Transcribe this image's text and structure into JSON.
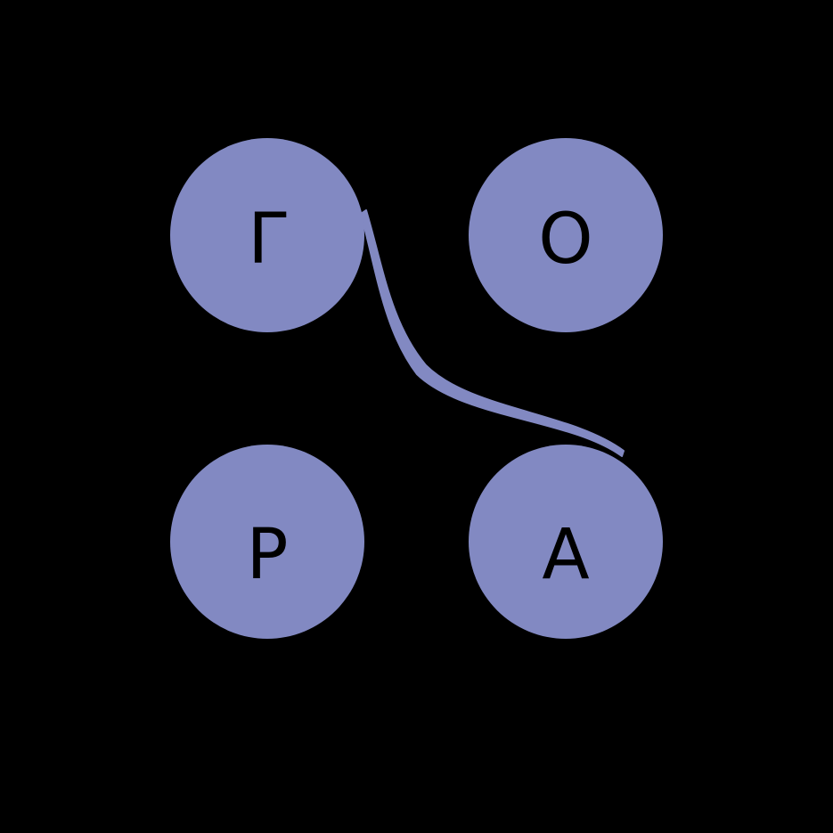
{
  "colors": {
    "background": "#000000",
    "node_fill": "#8289c2",
    "connector": "#8289c2",
    "letter": "#000000"
  },
  "nodes": [
    {
      "id": "top-left",
      "letter": "Γ"
    },
    {
      "id": "top-right",
      "letter": "O"
    },
    {
      "id": "bottom-left",
      "letter": "P"
    },
    {
      "id": "bottom-right",
      "letter": "A"
    }
  ],
  "connector": {
    "from": "top-left",
    "to": "bottom-right"
  }
}
